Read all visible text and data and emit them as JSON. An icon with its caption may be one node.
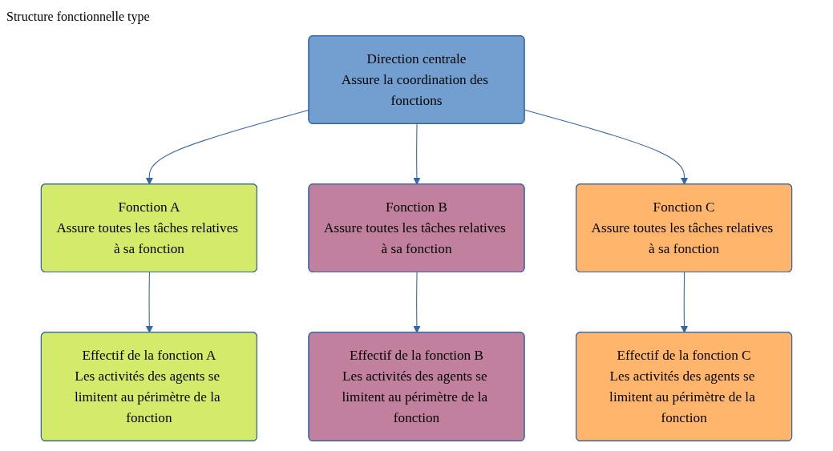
{
  "diagram": {
    "title": "Structure fonctionnelle type",
    "nodes": [
      {
        "text": [
          "Direction centrale",
          "Assure la coordination des fonctions"
        ]
      },
      {
        "text": [
          "Fonction A",
          "Assure toutes les tâches relatives à sa fonction"
        ]
      },
      {
        "text": [
          "Fonction B",
          "Assure toutes les tâches relatives à sa fonction"
        ]
      },
      {
        "text": [
          "Fonction C",
          "Assure toutes les tâches relatives à sa fonction"
        ]
      },
      {
        "text": [
          "Effectif de la fonction A",
          "Les activités des agents se limitent au périmètre de la fonction"
        ]
      },
      {
        "text": [
          "Effectif de la fonction B",
          "Les activités des agents se limitent au périmètre de la fonction"
        ]
      },
      {
        "text": [
          "Effectif de la fonction C",
          "Les activités des agents se limitent au périmètre de la fonction"
        ]
      }
    ],
    "edges": [
      {
        "from": 0,
        "to": 1,
        "arrow": "to"
      },
      {
        "from": 0,
        "to": 2,
        "arrow": "to"
      },
      {
        "from": 0,
        "to": 3,
        "arrow": "to"
      },
      {
        "from": 1,
        "to": 4,
        "arrow": "to"
      },
      {
        "from": 2,
        "to": 5,
        "arrow": "to"
      },
      {
        "from": 3,
        "to": 6,
        "arrow": "to"
      }
    ]
  }
}
